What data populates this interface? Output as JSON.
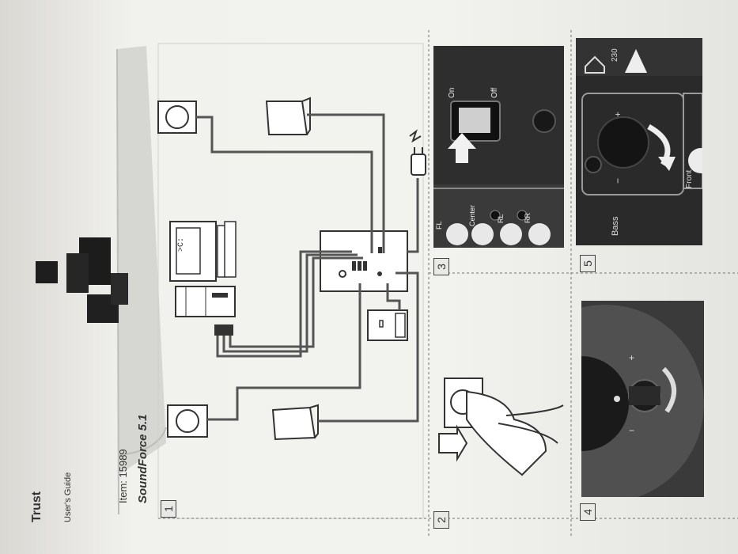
{
  "brand": "Trust",
  "guide_label": "User's Guide",
  "item_label": "Item: 15989",
  "product_title": "SoundForce 5.1",
  "panels": [
    {
      "number": "1"
    },
    {
      "number": "2"
    },
    {
      "number": "3"
    },
    {
      "number": "4"
    },
    {
      "number": "5"
    }
  ],
  "photo3": {
    "switch_on": "On",
    "switch_off": "Off",
    "jacks": [
      "FL",
      "Center",
      "RL",
      "RR"
    ]
  },
  "photo5": {
    "voltage": "230",
    "bass_label": "Bass",
    "front_label": "Front",
    "plus": "+",
    "minus": "−"
  },
  "computer_prompt": ">C:",
  "colors": {
    "paper": "#efefec",
    "photo_dark": "#2b2b2b",
    "frame": "#555555"
  }
}
